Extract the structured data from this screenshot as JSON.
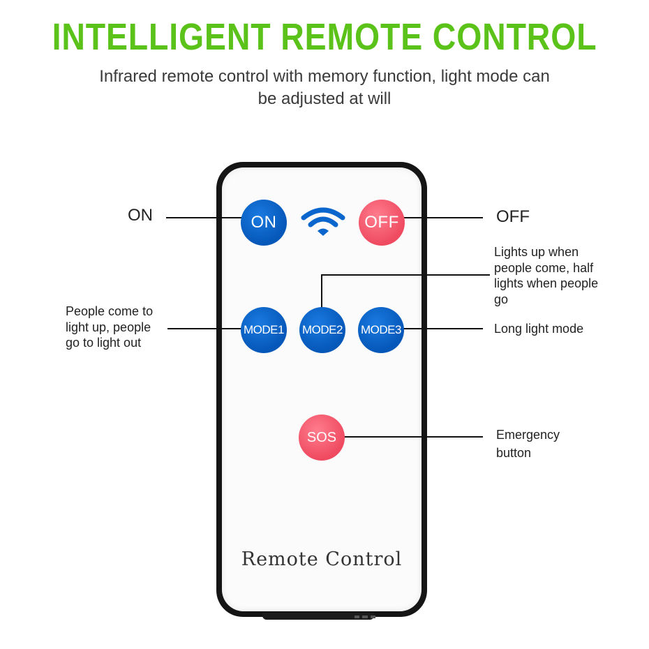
{
  "header": {
    "title": "INTELLIGENT REMOTE CONTROL",
    "subtitle": "Infrared remote control with memory function, light mode can be adjusted at will"
  },
  "remote": {
    "brand": "Remote Control",
    "buttons": {
      "on": "ON",
      "off": "OFF",
      "mode1": "MODE1",
      "mode2": "MODE2",
      "mode3": "MODE3",
      "sos": "SOS"
    },
    "signal_icon": "wifi-signal-icon"
  },
  "callouts": {
    "on": "ON",
    "off": "OFF",
    "mode1": "People come to light up, people go to light out",
    "mode2": "Lights up when people come, half lights when people go",
    "mode3": "Long light mode",
    "sos": "Emergency button"
  },
  "colors": {
    "title_green": "#5bc21a",
    "button_blue": "#0a66cc",
    "button_red": "#f25468",
    "remote_body": "#151515"
  }
}
